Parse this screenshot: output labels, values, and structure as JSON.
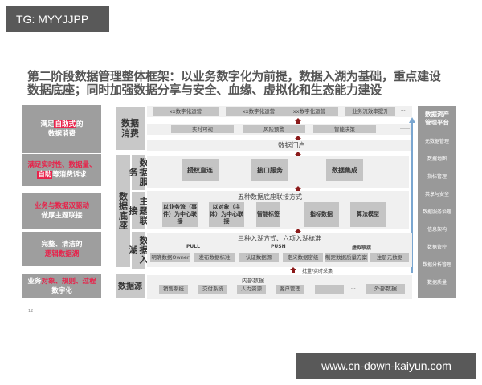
{
  "badge": "TG: MYYJJPP",
  "watermark": "www.cn-down-kaiyun.com",
  "title": {
    "line1": "第二阶段数据管理整体框架：以业务数字化为前提，数据入湖为基础，重点建设",
    "line2": "数据底座；同时加强数据分享与安全、血缘、虚拟化和生态能力建设"
  },
  "left_column": [
    {
      "pre": "满足",
      "highlight": "自助式",
      "post": "的",
      "line2": "数据消费"
    },
    {
      "line1": "满足实时性、数据量、",
      "line2_red": "自助",
      "line2_post": "等消费诉求"
    },
    {
      "line1": "业务与数据双驱动",
      "line2": "做厚主题联接"
    },
    {
      "line1": "完整、清洁的",
      "line2": "逻辑数据湖"
    },
    {
      "pre": "业务",
      "line1_red": "对象、规则、过程",
      "line2": "数字化"
    }
  ],
  "layers": {
    "consumption": "数据消费",
    "foundation": "数据底座",
    "service": "数据服务",
    "topic": "主题联接",
    "ingest": "数据入湖",
    "source": "数据源"
  },
  "consumption": {
    "row1": [
      "xx数字化运营",
      "xx数字化运营",
      "xx数字化运营",
      "业务流效率提升",
      "..."
    ],
    "row2": [
      "实时可视",
      "风险预警",
      "智能决策",
      "……"
    ],
    "portal": "数据门户"
  },
  "service": [
    "授权直连",
    "接口服务",
    "数据集成"
  ],
  "topic": {
    "title": "五种数据底座联接方式",
    "items": [
      "以业务流（事件）为中心联接",
      "以对象（主体）为中心联接",
      "智能标签",
      "指标数据",
      "算法模型"
    ]
  },
  "ingest": {
    "title": "三种入湖方式、六项入湖标准",
    "methods": [
      "PULL",
      "PUSH",
      "虚拟联接"
    ],
    "items": [
      "明确数据Owner",
      "发布数据标准",
      "认证数据源",
      "定义数据密级",
      "制定数据质量方案",
      "注册元数据"
    ]
  },
  "collect_label": "批量/实时采集",
  "source": {
    "internal_title": "内部数据",
    "items": [
      "销售系统",
      "交付系统",
      "人力资源",
      "客户管理",
      "……",
      "...",
      "外部数据"
    ]
  },
  "right_panel": {
    "title": "数据资产管理平台",
    "items": [
      "元数据管理",
      "数据地图",
      "指标管理",
      "共享与安全",
      "数据服务治理",
      "信息架构",
      "数据管控",
      "数据分析管理",
      "数据质量"
    ]
  },
  "page_number": "12",
  "colors": {
    "accent_red": "#e8224a",
    "arrow": "#8b1a1a",
    "blue": "#7aa6d0",
    "gray_box": "#9e9e9e"
  }
}
